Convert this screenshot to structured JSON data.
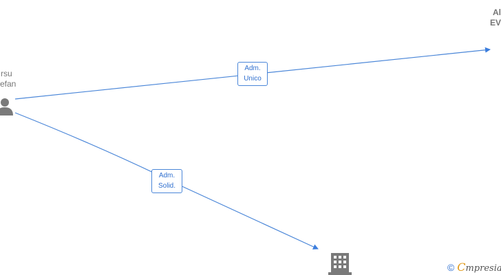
{
  "nodes": {
    "person": {
      "line1": "rsu",
      "line2": "efan",
      "icon": "person-icon"
    },
    "company_top": {
      "line1": "Al",
      "line2": "EV"
    },
    "company_bottom": {
      "icon": "building-icon"
    }
  },
  "edges": {
    "top": {
      "line1": "Adm.",
      "line2": "Unico"
    },
    "bottom": {
      "line1": "Adm.",
      "line2": "Solid."
    }
  },
  "watermark": {
    "copyright": "©",
    "brand_initial": "C",
    "brand_rest": "mpresia"
  },
  "colors": {
    "edge": "#4a86d8",
    "node_text": "#757575",
    "icon": "#7a7a7a"
  }
}
